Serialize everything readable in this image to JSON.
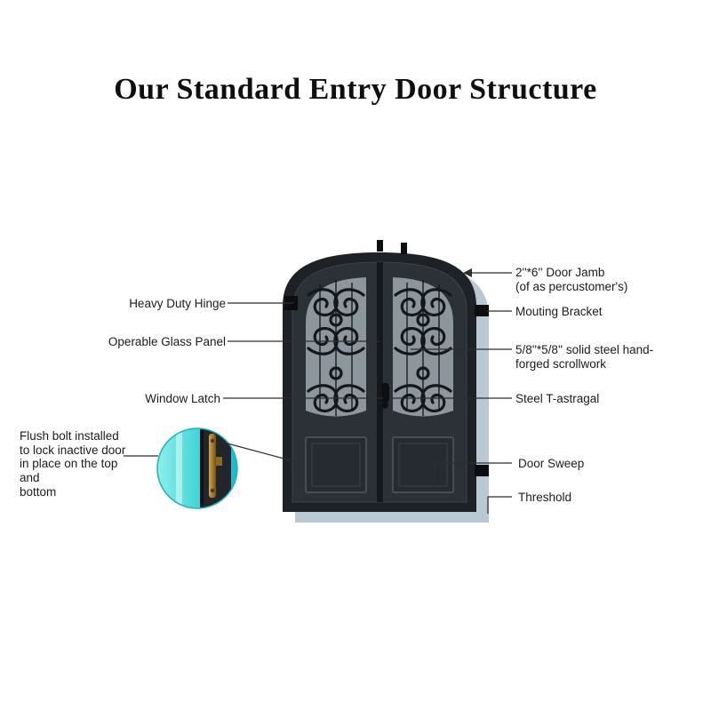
{
  "title": "Our Standard Entry Door Structure",
  "labels": {
    "heavy_duty_hinge": "Heavy Duty Hinge",
    "operable_glass_panel": "Operable Glass Panel",
    "window_latch": "Window Latch",
    "flush_bolt_line1": "Flush bolt installed",
    "flush_bolt_line2": "to lock inactive door",
    "flush_bolt_line3": "in place on the top and",
    "flush_bolt_line4": "bottom",
    "door_jamb_line1": "2''*6'' Door Jamb",
    "door_jamb_line2": "(of as percustomer's)",
    "mounting_bracket": "Mouting Bracket",
    "scrollwork_line1": "5/8''*5/8'' solid steel hand-",
    "scrollwork_line2": "forged scrollwork",
    "steel_t_astragal": "Steel T-astragal",
    "door_sweep": "Door Sweep",
    "threshold": "Threshold"
  },
  "colors": {
    "door": "#24282d",
    "glass": "#8d969d",
    "jamb": "#b9c9d3",
    "inset_teal": "#3ed3d6",
    "flush_bolt_brass": "#a97f2c",
    "leader_line": "#2e2e2e"
  }
}
